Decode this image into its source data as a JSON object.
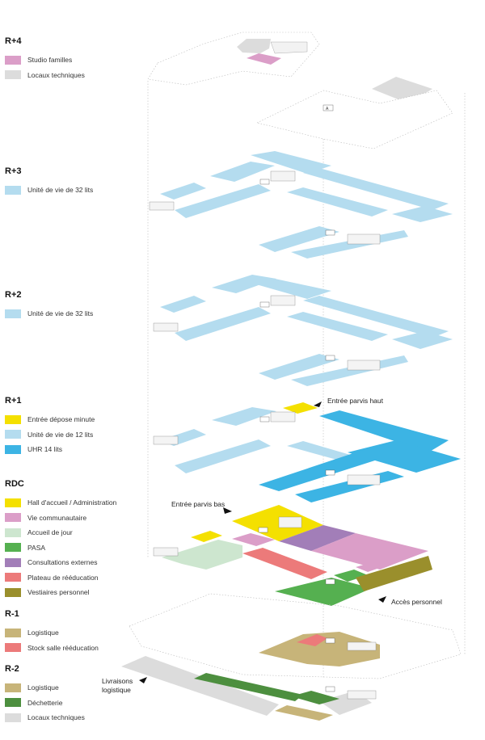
{
  "colors": {
    "pink": "#db9ec8",
    "grey": "#dcdcdc",
    "lightblue": "#b4dcef",
    "yellow": "#f4e000",
    "blue": "#3cb4e4",
    "palegreen": "#cde6cf",
    "green": "#55b050",
    "purple": "#a27eb8",
    "red": "#ec7a7a",
    "olive": "#9a8f2c",
    "tan": "#c7b479",
    "darkgreen": "#4d8f3f"
  },
  "levels": [
    {
      "title": "R+4",
      "items": [
        {
          "label": "Studio familles",
          "color": "#db9ec8"
        },
        {
          "label": "Locaux techniques",
          "color": "#dcdcdc"
        }
      ]
    },
    {
      "title": "R+3",
      "items": [
        {
          "label": "Unité de vie de 32 lits",
          "color": "#b4dcef"
        }
      ]
    },
    {
      "title": "R+2",
      "items": [
        {
          "label": "Unité de vie de 32 lits",
          "color": "#b4dcef"
        }
      ]
    },
    {
      "title": "R+1",
      "items": [
        {
          "label": "Entrée dépose minute",
          "color": "#f4e000"
        },
        {
          "label": "Unité de vie de 12 lits",
          "color": "#b4dcef"
        },
        {
          "label": "UHR 14 lits",
          "color": "#3cb4e4"
        }
      ]
    },
    {
      "title": "RDC",
      "items": [
        {
          "label": "Hall d'accueil / Administration",
          "color": "#f4e000"
        },
        {
          "label": "Vie communautaire",
          "color": "#db9ec8"
        },
        {
          "label": "Accueil de jour",
          "color": "#cde6cf"
        },
        {
          "label": "PASA",
          "color": "#55b050"
        },
        {
          "label": "Consultations externes",
          "color": "#a27eb8"
        },
        {
          "label": "Plateau de rééducation",
          "color": "#ec7a7a"
        },
        {
          "label": "Vestiaires personnel",
          "color": "#9a8f2c"
        }
      ]
    },
    {
      "title": "R-1",
      "items": [
        {
          "label": "Logistique",
          "color": "#c7b479"
        },
        {
          "label": "Stock salle rééducation",
          "color": "#ec7a7a"
        }
      ]
    },
    {
      "title": "R-2",
      "items": [
        {
          "label": "Logistique",
          "color": "#c7b479"
        },
        {
          "label": "Déchetterie",
          "color": "#4d8f3f"
        },
        {
          "label": "Locaux techniques",
          "color": "#dcdcdc"
        }
      ]
    }
  ],
  "callouts": {
    "entree_parvis_haut": "Entrée parvis haut",
    "entree_parvis_bas": "Entrée parvis bas",
    "acces_personnel": "Accès personnel",
    "livraisons_line1": "Livraisons",
    "livraisons_line2": "logistique"
  },
  "plan_marker": "A"
}
